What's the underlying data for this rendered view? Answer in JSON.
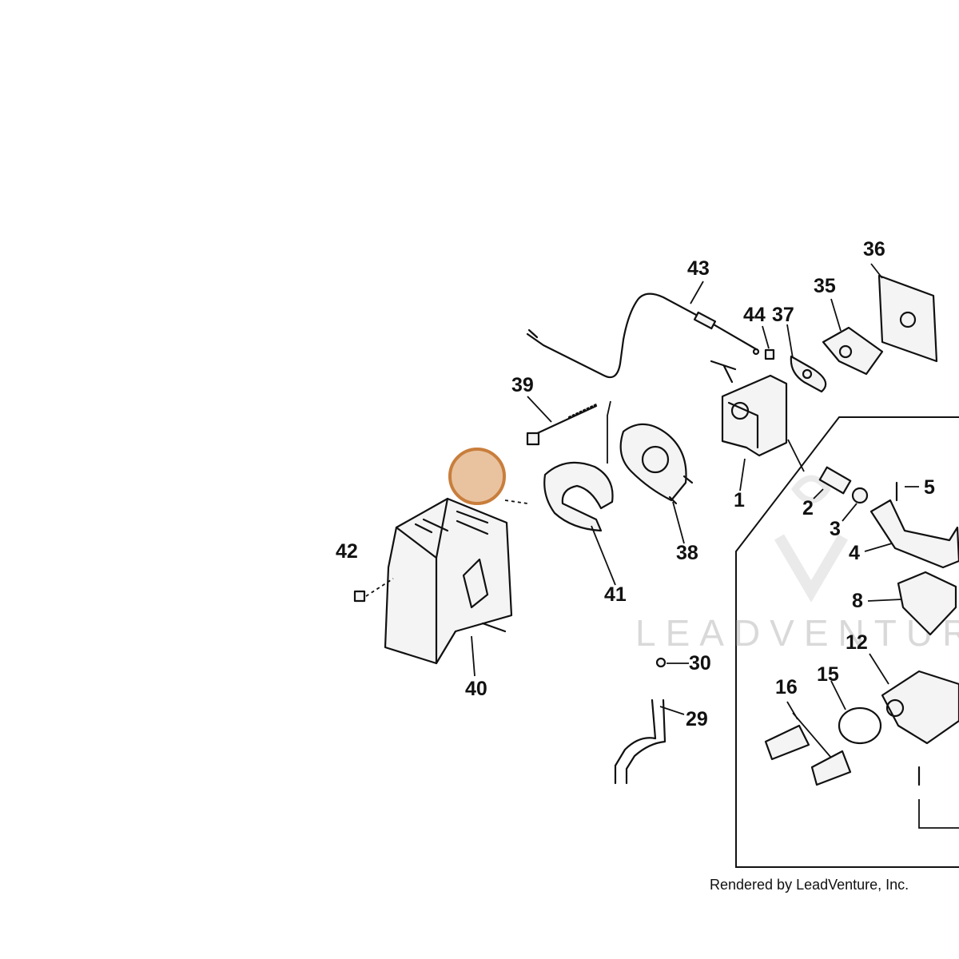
{
  "credit": "Rendered by LeadVenture, Inc.",
  "watermark": "LEADVENTURE",
  "hotspot": {
    "fill": "#e9c3a0",
    "stroke": "#c97e3c"
  },
  "callouts": [
    "43",
    "44",
    "37",
    "36",
    "35",
    "39",
    "1",
    "2",
    "3",
    "4",
    "5",
    "8",
    "38",
    "41",
    "42",
    "40",
    "12",
    "16",
    "15",
    "30",
    "29"
  ]
}
